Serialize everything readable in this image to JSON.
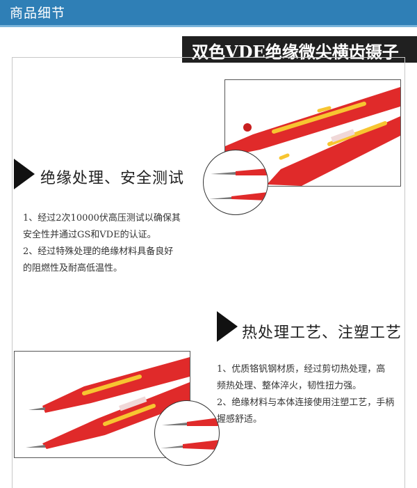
{
  "header": {
    "tab_label": "商品细节",
    "bar_color": "#2f7fb6"
  },
  "title": {
    "text": "双色VDE绝缘微尖横齿镊子"
  },
  "section1": {
    "heading": "绝缘处理、安全测试",
    "lines": [
      "1、经过2次10000伏高压测试以确保其",
      "安全性并通过GS和VDE的认证。",
      "2、经过特殊处理的绝缘材料具备良好",
      "的阻燃性及耐高低温性。"
    ]
  },
  "section2": {
    "heading": "热处理工艺、注塑工艺",
    "lines": [
      "1、优质铬钒钢材质，经过剪切热处理，高",
      "频热处理、整体淬火，韧性扭力强。",
      "2、绝缘材料与本体连接使用注塑工艺，手柄",
      "握感舒适。"
    ]
  },
  "colors": {
    "handle_red": "#e02a2a",
    "stripe_yellow": "#f7c531",
    "banner_dark": "#202020"
  }
}
